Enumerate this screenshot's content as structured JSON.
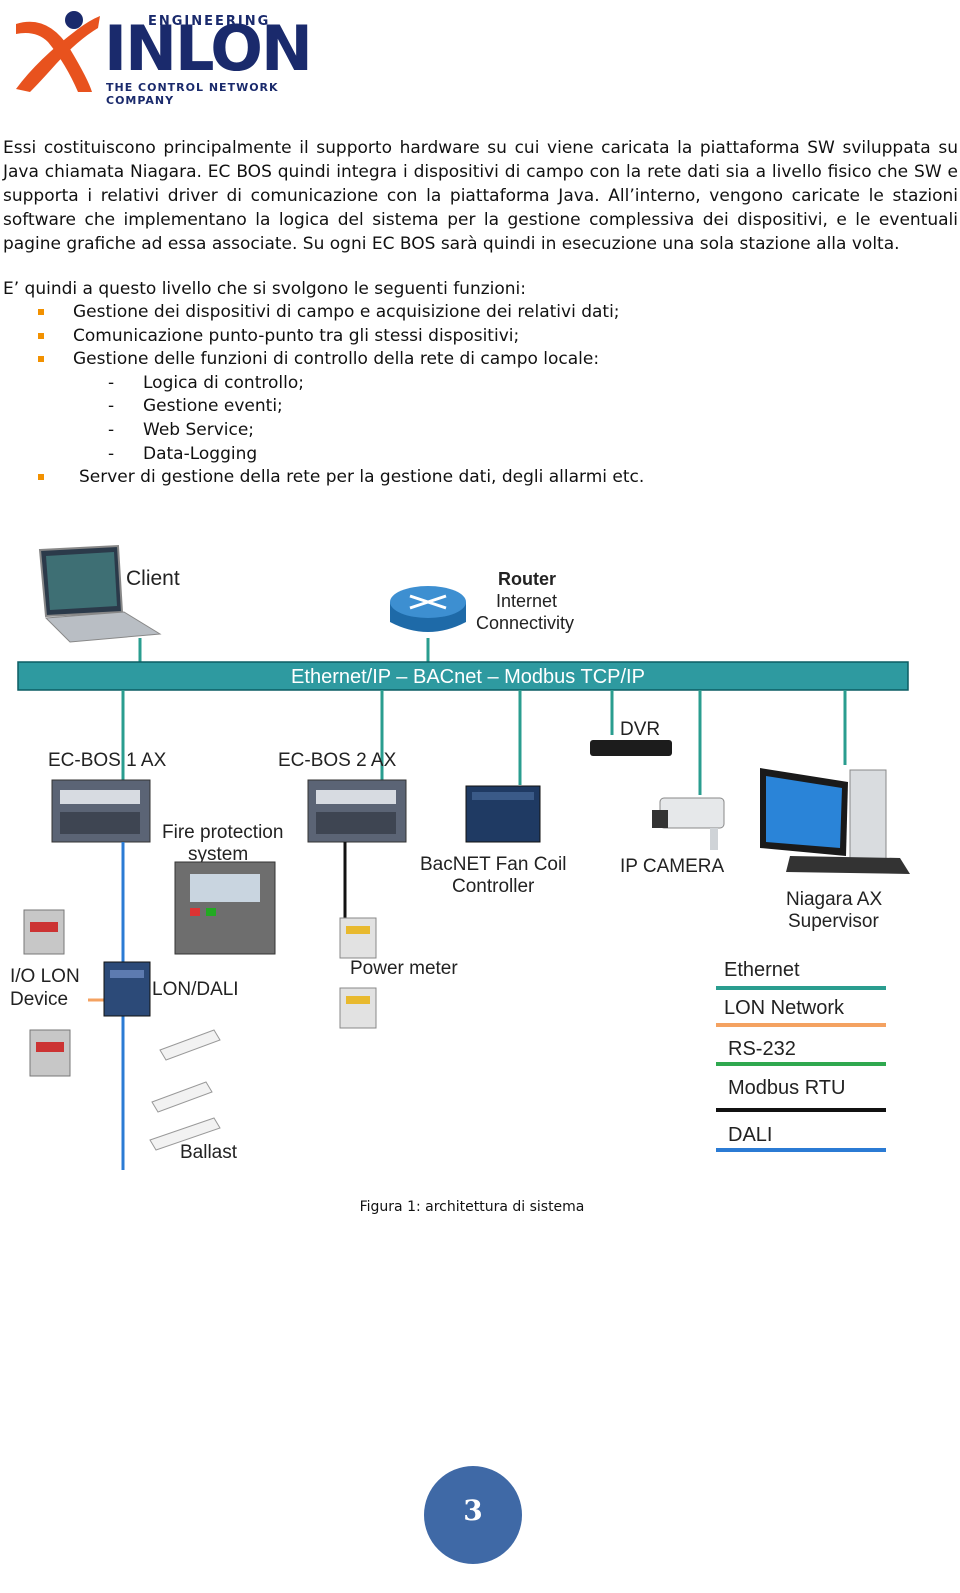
{
  "logo": {
    "top": "ENGINEERING",
    "word": "INLON",
    "tagline": "THE CONTROL NETWORK COMPANY"
  },
  "body": {
    "paragraph": "Essi costituiscono principalmente il supporto hardware su cui viene caricata la piattaforma SW sviluppata su Java chiamata Niagara. EC BOS quindi integra i dispositivi di campo con la rete dati sia a livello fisico che SW e supporta i relativi driver di comunicazione con la  piattaforma Java. All’interno, vengono caricate le stazioni software che implementano la logica del sistema per la gestione complessiva dei dispositivi, e le eventuali pagine grafiche ad essa associate. Su ogni EC BOS sarà quindi in esecuzione una sola stazione alla volta.",
    "intro": "E’ quindi a questo livello che si svolgono le seguenti funzioni:",
    "bullets": [
      "Gestione dei dispositivi di campo e acquisizione dei relativi dati;",
      "Comunicazione punto-punto tra gli stessi dispositivi;",
      "Gestione delle funzioni di controllo della rete di campo locale:",
      "Server di gestione della rete per la gestione dati, degli allarmi etc."
    ],
    "dash": "-",
    "subitems": [
      "Logica di controllo;",
      "Gestione eventi;",
      "Web Service;",
      "Data-Logging"
    ]
  },
  "diagram": {
    "client": "Client",
    "router": "Router",
    "internet1": "Internet",
    "internet2": "Connectivity",
    "bus": "Ethernet/IP – BACnet – Modbus TCP/IP",
    "ecbos1": "EC-BOS 1 AX",
    "ecbos2": "EC-BOS 2 AX",
    "dvr": "DVR",
    "fire1": "Fire protection",
    "fire2": "system",
    "bacnet1": "BacNET Fan Coil",
    "bacnet2": "Controller",
    "ipcam": "IP CAMERA",
    "niagara1": "Niagara AX",
    "niagara2": "Supervisor",
    "iolon1": "I/O LON",
    "iolon2": "Device",
    "londali": "LON/DALI",
    "power": "Power meter",
    "ballast": "Ballast",
    "legend": [
      {
        "label": "Ethernet",
        "color": "#2a9d8f"
      },
      {
        "label": "LON Network",
        "color": "#f4a261"
      },
      {
        "label": "RS-232",
        "color": "#2fa84f"
      },
      {
        "label": "Modbus RTU",
        "color": "#111111"
      },
      {
        "label": "DALI",
        "color": "#2b7bd4"
      }
    ]
  },
  "caption": "Figura 1: architettura di sistema",
  "page_number": "3"
}
